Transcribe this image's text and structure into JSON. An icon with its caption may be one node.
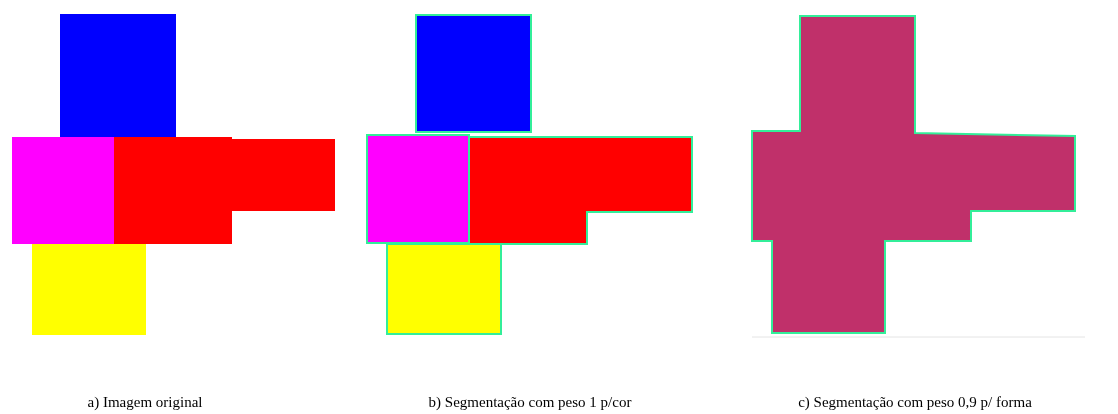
{
  "diagram": {
    "labels": [
      "a) Imagem original",
      "b) Segmentação com peso 1 p/cor",
      "c) Segmentação com peso 0,9 p/ forma"
    ]
  }
}
